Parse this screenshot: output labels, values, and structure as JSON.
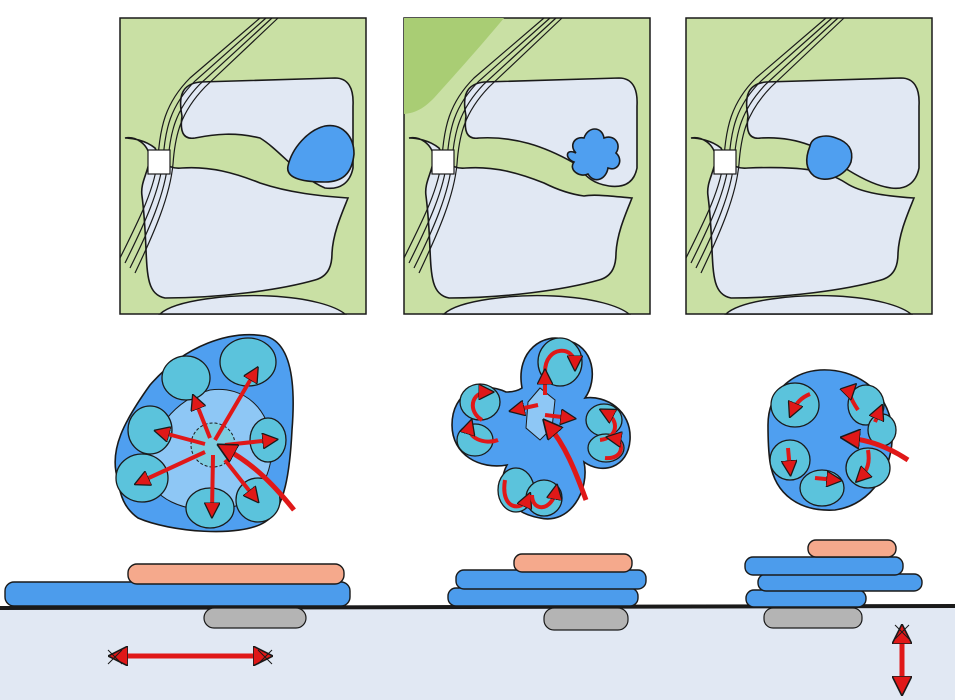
{
  "colors": {
    "paper": "#ffffff",
    "ink": "#1a1a1a",
    "land": "#c9e0a4",
    "land_dark": "#a9cd74",
    "site": "#e1e8f3",
    "water": "#4f9ff0",
    "plan_blue": "#4f9ff0",
    "plan_light": "#8ec7f5",
    "room_cyan": "#5bc3dc",
    "core": "#7ecde0",
    "arrow_red": "#e01818",
    "slab_blue": "#4c9cec",
    "slab_salmon": "#f5a98c",
    "ground": "#e1e8f3",
    "foundation_gray": "#b4b4b4"
  },
  "icons": {
    "site_plan": "site-plan-sketch",
    "road": "road-icon",
    "bridge": "bridge-icon",
    "building_plan": "building-plan-sketch",
    "flow_arrow": "red-curved-arrow-icon",
    "stack": "stacked-slabs-section",
    "spread_arrow": "horizontal-double-arrow-icon",
    "height_arrow": "vertical-double-arrow-icon"
  },
  "panels": [
    {
      "id": "wide-spread",
      "building_form": "rounded-triangle",
      "floor_plates": 1,
      "arrow_style": "outward-radial",
      "dimension_arrow": "horizontal"
    },
    {
      "id": "clover",
      "building_form": "four-lobed",
      "floor_plates": 3,
      "arrow_style": "rotational",
      "dimension_arrow": "none"
    },
    {
      "id": "compact-tower",
      "building_form": "compact-rounded",
      "floor_plates": 4,
      "arrow_style": "inward-converging",
      "dimension_arrow": "vertical"
    }
  ]
}
